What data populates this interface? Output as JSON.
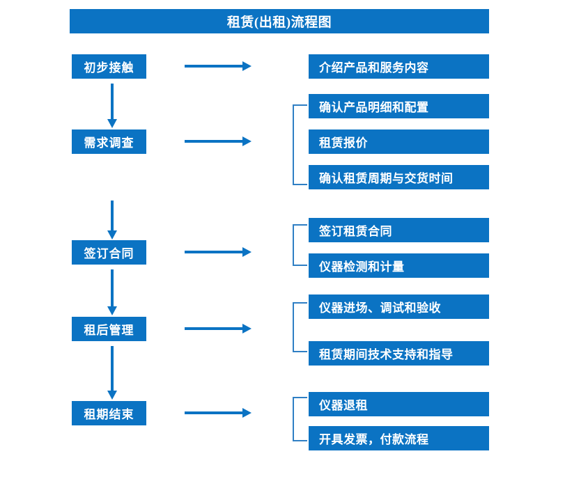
{
  "title": {
    "text": "租赁(出租)流程图"
  },
  "colors": {
    "box_fill": "#0b73c3",
    "box_text": "#ffffff",
    "arrow": "#0b73c3",
    "bracket": "#2f7fc4",
    "background": "#ffffff"
  },
  "chart_data": {
    "type": "diagram",
    "title": "租赁(出租)流程图",
    "stages": [
      {
        "stage": "初步接触",
        "details": [
          "介绍产品和服务内容"
        ]
      },
      {
        "stage": "需求调查",
        "details": [
          "确认产品明细和配置",
          "租赁报价",
          "确认租赁周期与交货时间"
        ]
      },
      {
        "stage": "签订合同",
        "details": [
          "签订租赁合同",
          "仪器检测和计量"
        ]
      },
      {
        "stage": "租后管理",
        "details": [
          "仪器进场、调试和验收",
          "租赁期间技术支持和指导"
        ]
      },
      {
        "stage": "租期结束",
        "details": [
          "仪器退租",
          "开具发票，付款流程"
        ]
      }
    ]
  },
  "stages": [
    {
      "label": "初步接触"
    },
    {
      "label": "需求调查"
    },
    {
      "label": "签订合同"
    },
    {
      "label": "租后管理"
    },
    {
      "label": "租期结束"
    }
  ],
  "details": [
    {
      "label": "介绍产品和服务内容"
    },
    {
      "label": "确认产品明细和配置"
    },
    {
      "label": "租赁报价"
    },
    {
      "label": "确认租赁周期与交货时间"
    },
    {
      "label": "签订租赁合同"
    },
    {
      "label": "仪器检测和计量"
    },
    {
      "label": "仪器进场、调试和验收"
    },
    {
      "label": "租赁期间技术支持和指导"
    },
    {
      "label": "仪器退租"
    },
    {
      "label": "开具发票，付款流程"
    }
  ]
}
